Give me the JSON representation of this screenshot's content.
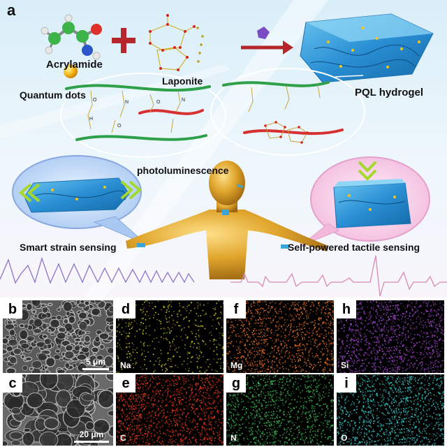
{
  "schematic": {
    "panel_label": "a",
    "labels": {
      "acrylamide": "Acrylamide",
      "laponite": "Laponite",
      "quantum_dots": "Quantum dots",
      "pql_hydrogel": "PQL hydrogel",
      "photoluminescence": "photoluminescence",
      "smart_strain": "Smart strain sensing",
      "tactile": "Self-powered tactile sensing"
    },
    "colors": {
      "hydrogel": "#2d8fd0",
      "polymer_chain_green": "#2fa04a",
      "polymer_chain_red": "#d63030",
      "strain_signal": "#8f73c8",
      "tactile_signal": "#d98ab8",
      "figure": "#d9a233"
    }
  },
  "micrographs": [
    {
      "label": "b",
      "type": "sem",
      "scale": "5 μm"
    },
    {
      "label": "c",
      "type": "sem",
      "scale": "20 μm"
    }
  ],
  "maps": [
    {
      "label": "d",
      "element": "Na",
      "color": "#d7d32a"
    },
    {
      "label": "e",
      "element": "C",
      "color": "#e23a22"
    },
    {
      "label": "f",
      "element": "Mg",
      "color": "#e87028"
    },
    {
      "label": "g",
      "element": "N",
      "color": "#3fc05a"
    },
    {
      "label": "h",
      "element": "Si",
      "color": "#a048cc"
    },
    {
      "label": "i",
      "element": "O",
      "color": "#3cc8c8"
    }
  ]
}
